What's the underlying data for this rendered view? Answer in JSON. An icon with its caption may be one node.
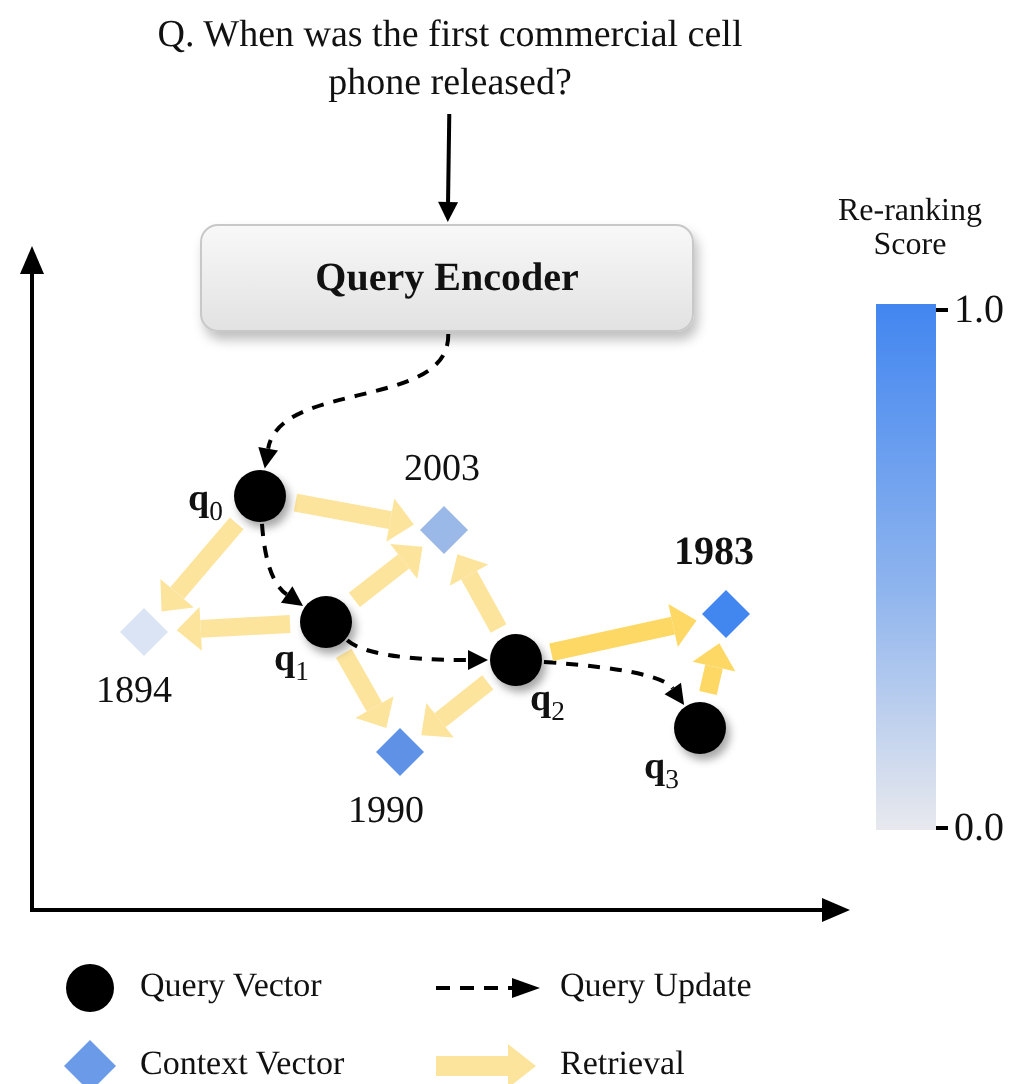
{
  "diagram": {
    "nodes": [
      {
        "text": [
          "Q. When was the first commercial cell phone released?"
        ]
      },
      {
        "text": [
          "Query Encoder"
        ]
      },
      {
        "text": [],
        "shape": "circle",
        "beside": [
          "**q**$_{0}$"
        ]
      },
      {
        "text": [],
        "shape": "diamond",
        "beside": [
          "2003"
        ]
      },
      {
        "text": [],
        "shape": "diamond",
        "beside": [
          "1983"
        ]
      },
      {
        "text": [],
        "shape": "circle",
        "beside": [
          "**q**$_{1}$"
        ]
      },
      {
        "text": [],
        "shape": "diamond",
        "beside": [
          "1894"
        ]
      },
      {
        "text": [],
        "shape": "circle",
        "beside": [
          "**q**$_{2}$"
        ]
      },
      {
        "text": [],
        "shape": "diamond",
        "beside": [
          "1990"
        ]
      },
      {
        "text": [],
        "shape": "circle",
        "beside": [
          "**q**$_{3}$"
        ]
      }
    ],
    "edges": [
      {
        "from": 0,
        "to": 1,
        "arrow": "to",
        "color": "#000000"
      },
      {
        "from": 1,
        "to": 2,
        "arrow": "to",
        "style": "dashed",
        "color": "#000000"
      },
      {
        "from": 2,
        "to": 5,
        "arrow": "to",
        "style": "dashed",
        "color": "#000000"
      },
      {
        "from": 5,
        "to": 7,
        "arrow": "to",
        "style": "dashed",
        "color": "#000000"
      },
      {
        "from": 7,
        "to": 9,
        "arrow": "to",
        "style": "dashed",
        "color": "#000000"
      },
      {
        "from": 2,
        "to": 3,
        "arrow": "to",
        "color": "#fde49c"
      },
      {
        "from": 2,
        "to": 6,
        "arrow": "to",
        "color": "#fde49c"
      },
      {
        "from": 5,
        "to": 6,
        "arrow": "to",
        "color": "#fde49c"
      },
      {
        "from": 5,
        "to": 3,
        "arrow": "to",
        "color": "#fde49c"
      },
      {
        "from": 5,
        "to": 8,
        "arrow": "to",
        "color": "#fde49c"
      },
      {
        "from": 7,
        "to": 3,
        "arrow": "to",
        "color": "#fde49c"
      },
      {
        "from": 7,
        "to": 8,
        "arrow": "to",
        "color": "#fde49c"
      },
      {
        "from": 7,
        "to": 4,
        "arrow": "to",
        "color": "#fdd865"
      },
      {
        "from": 9,
        "to": 4,
        "arrow": "to",
        "color": "#fdd865"
      }
    ],
    "labels": [
      "Re-ranking Score",
      "1.0",
      "0.0"
    ],
    "legend": [
      {
        "text": "Query Vector"
      },
      {
        "text": "Query Update"
      },
      {
        "text": "Context Vector"
      },
      {
        "text": "Retrieval"
      }
    ]
  }
}
